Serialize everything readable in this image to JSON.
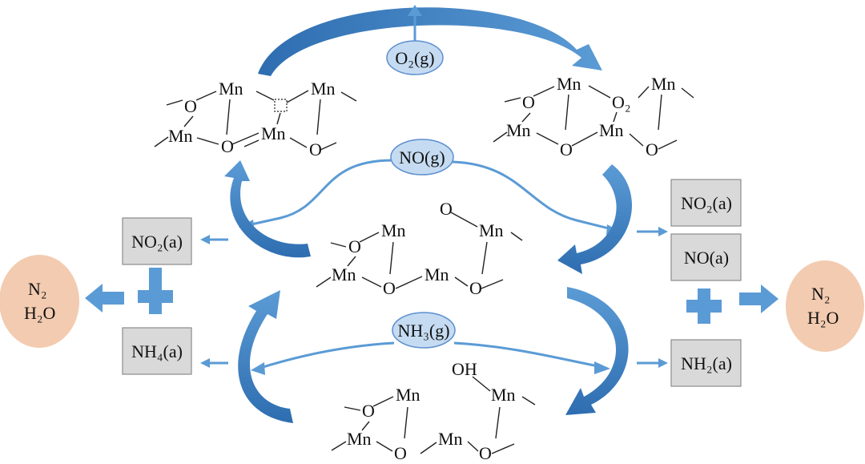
{
  "gases": {
    "o2": "O₂(g)",
    "no": "NO(g)",
    "nh3": "NH₃(g)"
  },
  "left_boxes": {
    "no2": "NO₂(a)",
    "nh4": "NH₄(a)"
  },
  "right_boxes": {
    "no2": "NO₂(a)",
    "no": "NO(a)",
    "nh2": "NH₂(a)"
  },
  "products_left": {
    "line1": "N₂",
    "line2": "H₂O"
  },
  "products_right": {
    "line1": "N₂",
    "line2": "H₂O"
  },
  "atoms": {
    "mn": "Mn",
    "o": "O",
    "oh": "OH",
    "o2_bridge": "O₂"
  },
  "colors": {
    "arrow_blue": "#5b9bd5",
    "dark_arrow_blue": "#2e6db0",
    "gas_ellipse": "#c5dbf1",
    "product_ellipse": "#f3cbb0",
    "box_fill": "#d9d9d9"
  }
}
